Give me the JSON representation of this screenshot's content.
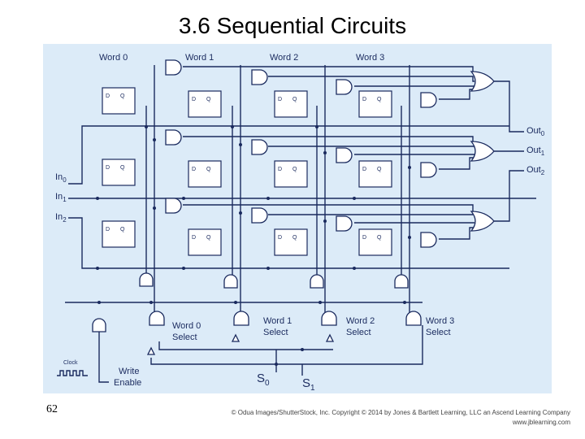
{
  "title": "3.6 Sequential Circuits",
  "slide_number": "62",
  "credit": {
    "line1": "© Odua Images/ShutterStock, Inc. Copyright © 2014 by Jones & Bartlett Learning, LLC an Ascend Learning Company",
    "line2": "www.jblearning.com"
  },
  "diagram": {
    "background": "#dcebf8",
    "wire_color": "#1a2a5e",
    "word_headers": [
      "Word 0",
      "Word 1",
      "Word 2",
      "Word 3"
    ],
    "inputs": [
      {
        "base": "In",
        "sub": "0"
      },
      {
        "base": "In",
        "sub": "1"
      },
      {
        "base": "In",
        "sub": "2"
      }
    ],
    "outputs": [
      {
        "base": "Out",
        "sub": "0"
      },
      {
        "base": "Out",
        "sub": "1"
      },
      {
        "base": "Out",
        "sub": "2"
      }
    ],
    "ff_d": "D",
    "ff_q": "Q",
    "selects": [
      {
        "line1": "Word 0",
        "line2": "Select"
      },
      {
        "line1": "Word 1",
        "line2": "Select"
      },
      {
        "line1": "Word 2",
        "line2": "Select"
      },
      {
        "line1": "Word 3",
        "line2": "Select"
      }
    ],
    "clock": "Clock",
    "write": {
      "line1": "Write",
      "line2": "Enable"
    },
    "s0": {
      "base": "S",
      "sub": "0"
    },
    "s1": {
      "base": "S",
      "sub": "1"
    }
  }
}
